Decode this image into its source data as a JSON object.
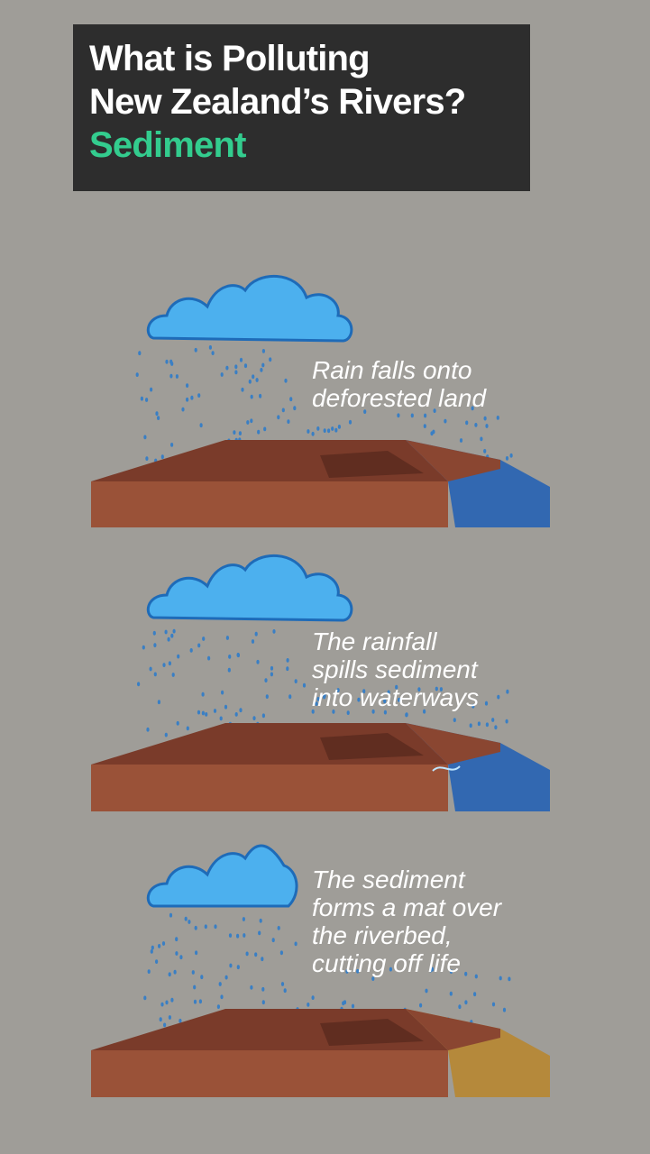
{
  "header": {
    "title_line1": "What is Polluting",
    "title_line2": "New Zealand’s Rivers?",
    "subtitle": "Sediment"
  },
  "colors": {
    "background": "#9f9d98",
    "title_box": "#2d2d2d",
    "accent_green": "#33cc8e",
    "soil_top": "#7a3b2a",
    "soil_front": "#9a5238",
    "water_blue": "#1f5fb5",
    "water_sediment": "#b8862a",
    "rain": "#3a7fc4",
    "cloud": "#4cb0ee"
  },
  "steps": [
    {
      "id": "rain",
      "caption": [
        "Rain falls onto",
        "deforested land"
      ],
      "water": "clear"
    },
    {
      "id": "spill",
      "caption": [
        "The rainfall",
        "spills sediment",
        "into waterways"
      ],
      "water": "splash"
    },
    {
      "id": "mat",
      "caption": [
        "The sediment",
        "forms a mat over",
        "the riverbed,",
        "cutting off life"
      ],
      "water": "sediment"
    }
  ]
}
